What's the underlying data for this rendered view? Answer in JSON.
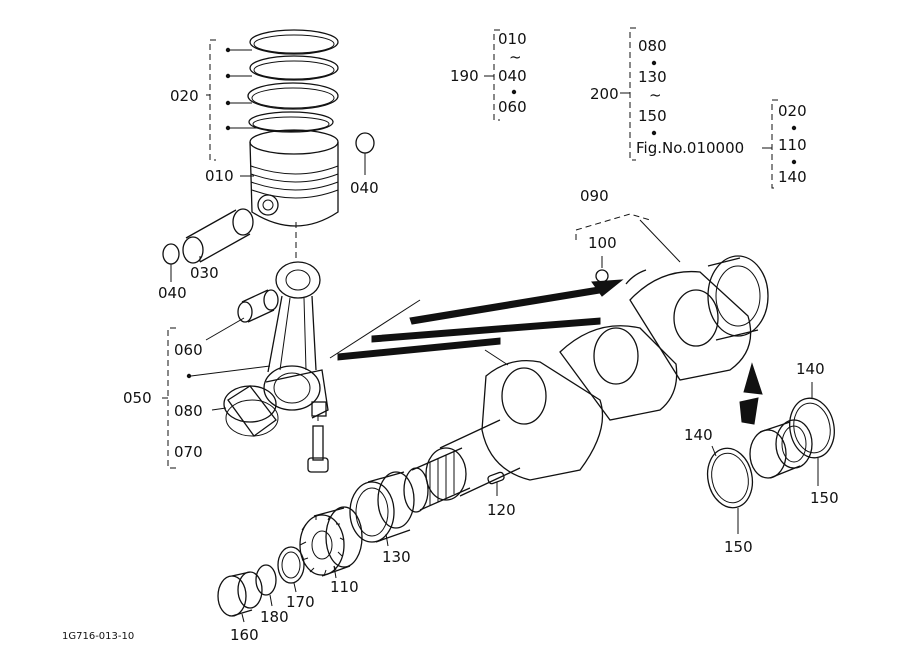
{
  "labels": {
    "p020_top": "020",
    "p010_piston": "010",
    "p040_clip_right": "040",
    "p030_pin": "030",
    "p040_clip_left": "040",
    "p060": "060",
    "p050": "050",
    "p080": "080",
    "p070": "070",
    "p190": "190",
    "g190_a": "010",
    "g190_tilde": "~",
    "g190_b": "040",
    "g190_c": "060",
    "p200": "200",
    "g200_a": "080",
    "g200_b": "130",
    "g200_tilde": "~",
    "g200_c": "150",
    "g200_fig": "Fig.No.010000",
    "gfig_a": "020",
    "gfig_b": "110",
    "gfig_c": "140",
    "p090": "090",
    "p100": "100",
    "p140_right": "140",
    "p140_left": "140",
    "p150_right": "150",
    "p150_left": "150",
    "p120": "120",
    "p130": "130",
    "p110": "110",
    "p170": "170",
    "p180": "180",
    "p160": "160",
    "figure_code": "1G716-013-10"
  }
}
